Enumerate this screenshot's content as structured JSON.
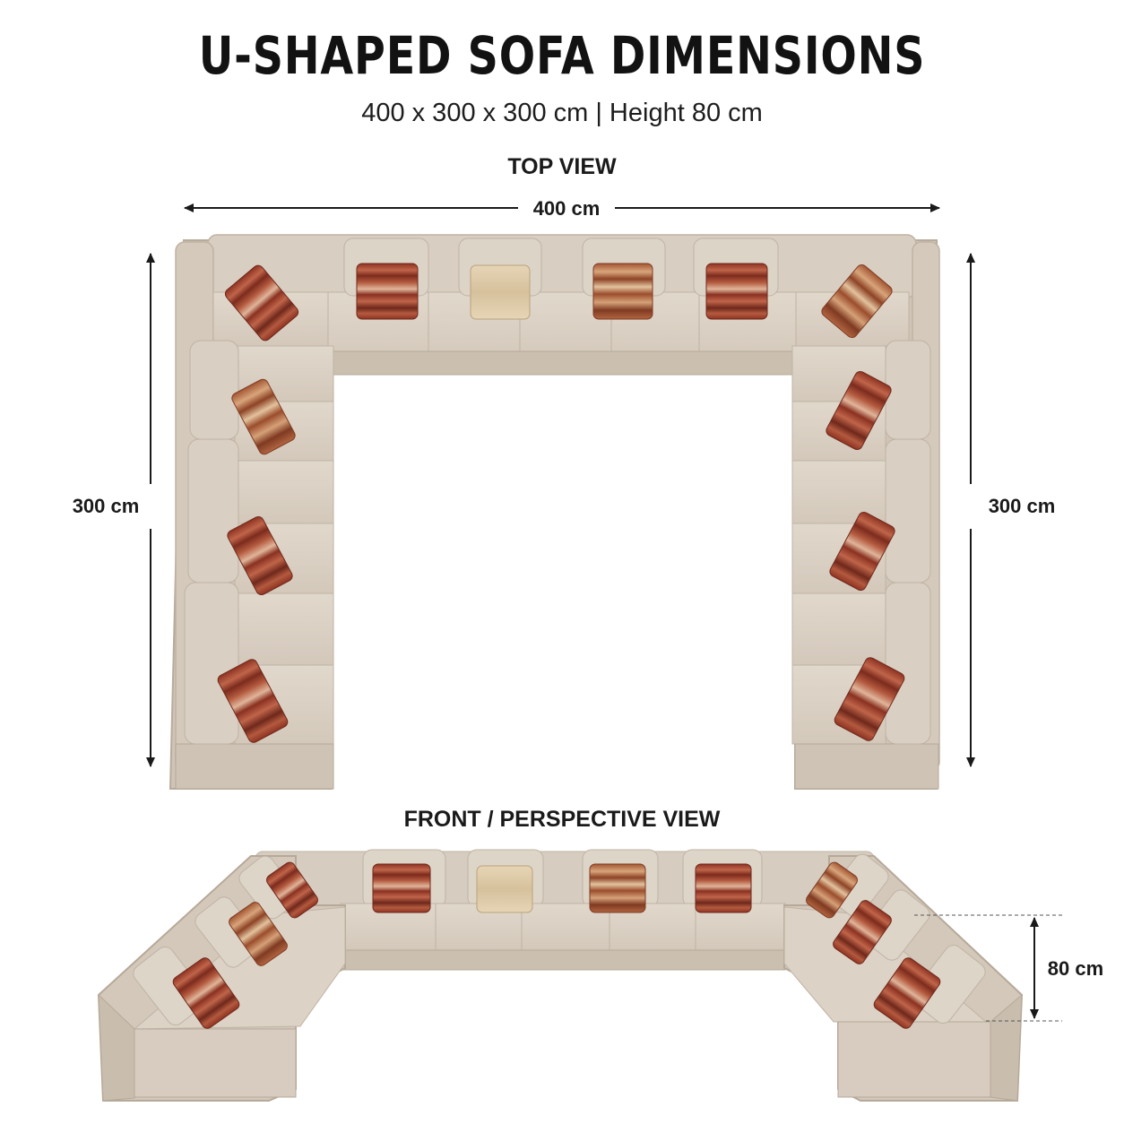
{
  "title": "U-SHAPED SOFA DIMENSIONS",
  "subtitle": "400 x 300 x 300 cm | Height 80 cm",
  "top_view": {
    "label": "TOP VIEW",
    "width_label": "400 cm",
    "left_depth_label": "300 cm",
    "right_depth_label": "300 cm"
  },
  "front_view": {
    "label": "FRONT / PERSPECTIVE VIEW",
    "height_label": "80 cm"
  },
  "colors": {
    "upholstery": "#d9cfc2",
    "upholstery_shadow": "#c4b8a9",
    "pillow_red": "#a9422c",
    "pillow_orange": "#b8683e",
    "pillow_cream": "#dcc7a3",
    "dimension_line": "#1a1a1a"
  }
}
